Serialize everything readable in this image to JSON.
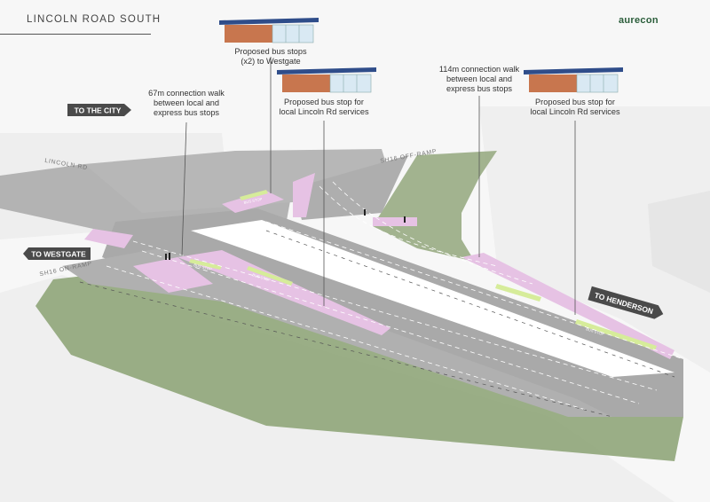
{
  "page": {
    "title": "LINCOLN ROAD SOUTH",
    "logo": "aurecon"
  },
  "callouts": {
    "walk_67": [
      "67m connection walk",
      "between local and",
      "express bus stops"
    ],
    "stops_westgate": [
      "Proposed bus stops",
      "(x2) to Westgate"
    ],
    "local_stop_centre": [
      "Proposed bus stop for",
      "local Lincoln Rd services"
    ],
    "walk_114": [
      "114m connection walk",
      "between local and",
      "express bus stops"
    ],
    "local_stop_right": [
      "Proposed bus stop for",
      "local Lincoln Rd services"
    ]
  },
  "signs": {
    "to_city": "TO THE CITY",
    "to_westgate": "TO WESTGATE",
    "to_henderson": "TO HENDERSON"
  },
  "road_labels": {
    "lincoln_rd": "LINCOLN RD",
    "off_ramp": "SH16 OFF-RAMP",
    "on_ramp": "SH16 ON-RAMP"
  },
  "bus_stop_marking": "BUS STOP",
  "colors": {
    "pink_footpath": "#e6c2e4",
    "bus_stop_green": "#d6ec9a",
    "road": "#a9a9a9",
    "grass": "#8fa579",
    "sign_bg": "#4a4a4a",
    "shelter_brick": "#c8764e",
    "shelter_roof": "#2f4d8a"
  }
}
